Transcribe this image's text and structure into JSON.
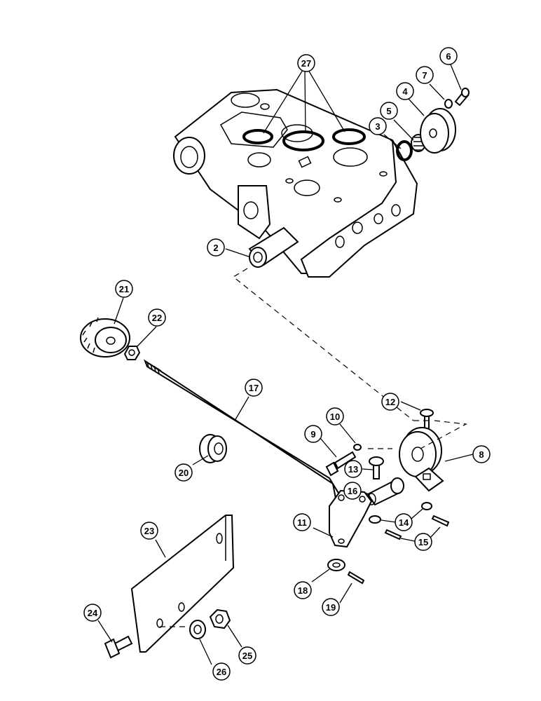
{
  "callouts": [
    {
      "id": "c27",
      "label": "27"
    },
    {
      "id": "c6",
      "label": "6"
    },
    {
      "id": "c7",
      "label": "7"
    },
    {
      "id": "c4",
      "label": "4"
    },
    {
      "id": "c5",
      "label": "5"
    },
    {
      "id": "c3",
      "label": "3"
    },
    {
      "id": "c2",
      "label": "2"
    },
    {
      "id": "c21",
      "label": "21"
    },
    {
      "id": "c22",
      "label": "22"
    },
    {
      "id": "c17",
      "label": "17"
    },
    {
      "id": "c12",
      "label": "12"
    },
    {
      "id": "c10",
      "label": "10"
    },
    {
      "id": "c9",
      "label": "9"
    },
    {
      "id": "c8",
      "label": "8"
    },
    {
      "id": "c13",
      "label": "13"
    },
    {
      "id": "c20",
      "label": "20"
    },
    {
      "id": "c16",
      "label": "16"
    },
    {
      "id": "c23",
      "label": "23"
    },
    {
      "id": "c11",
      "label": "11"
    },
    {
      "id": "c14",
      "label": "14"
    },
    {
      "id": "c15",
      "label": "15"
    },
    {
      "id": "c18",
      "label": "18"
    },
    {
      "id": "c19",
      "label": "19"
    },
    {
      "id": "c24",
      "label": "24"
    },
    {
      "id": "c25",
      "label": "25"
    },
    {
      "id": "c26",
      "label": "26"
    }
  ]
}
